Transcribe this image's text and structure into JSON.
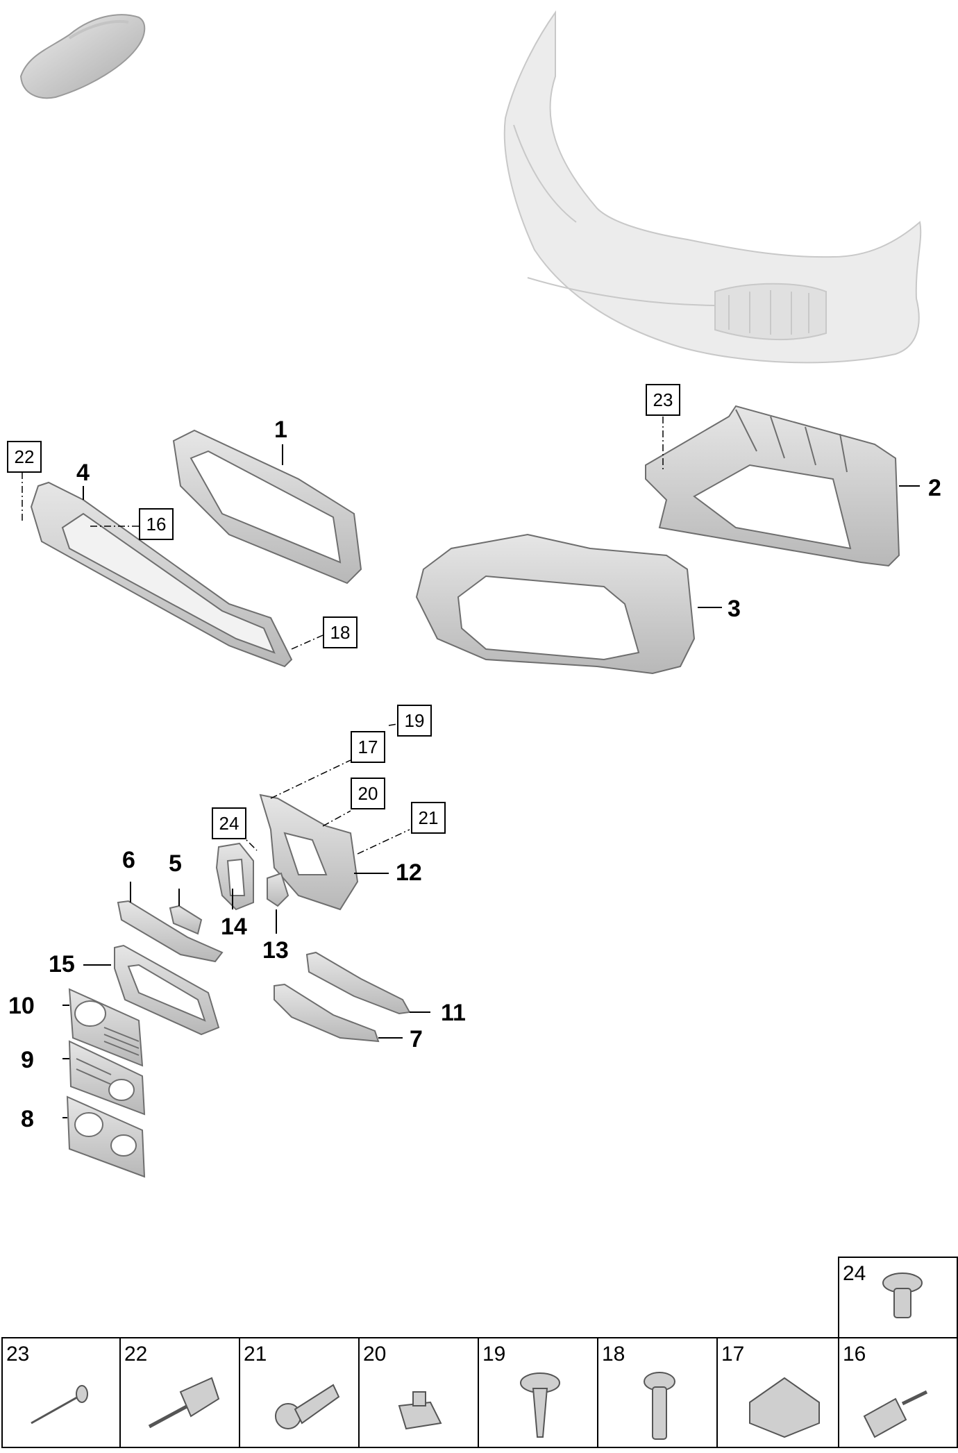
{
  "callouts": {
    "p1": "1",
    "p2": "2",
    "p3": "3",
    "p4": "4",
    "p5": "5",
    "p6": "6",
    "p7": "7",
    "p8": "8",
    "p9": "9",
    "p10": "10",
    "p11": "11",
    "p12": "12",
    "p13": "13",
    "p14": "14",
    "p15": "15"
  },
  "boxed_refs": {
    "b16": "16",
    "b17": "17",
    "b18": "18",
    "b19": "19",
    "b20": "20",
    "b21": "21",
    "b22": "22",
    "b23": "23",
    "b24": "24"
  },
  "fastener_table": {
    "top_cell": "24",
    "row": [
      "23",
      "22",
      "21",
      "20",
      "19",
      "18",
      "17",
      "16"
    ]
  },
  "colors": {
    "part_fill": "#d9d9d9",
    "part_stroke": "#6e6e6e",
    "bumper_fill": "#ececec",
    "line": "#000000"
  }
}
